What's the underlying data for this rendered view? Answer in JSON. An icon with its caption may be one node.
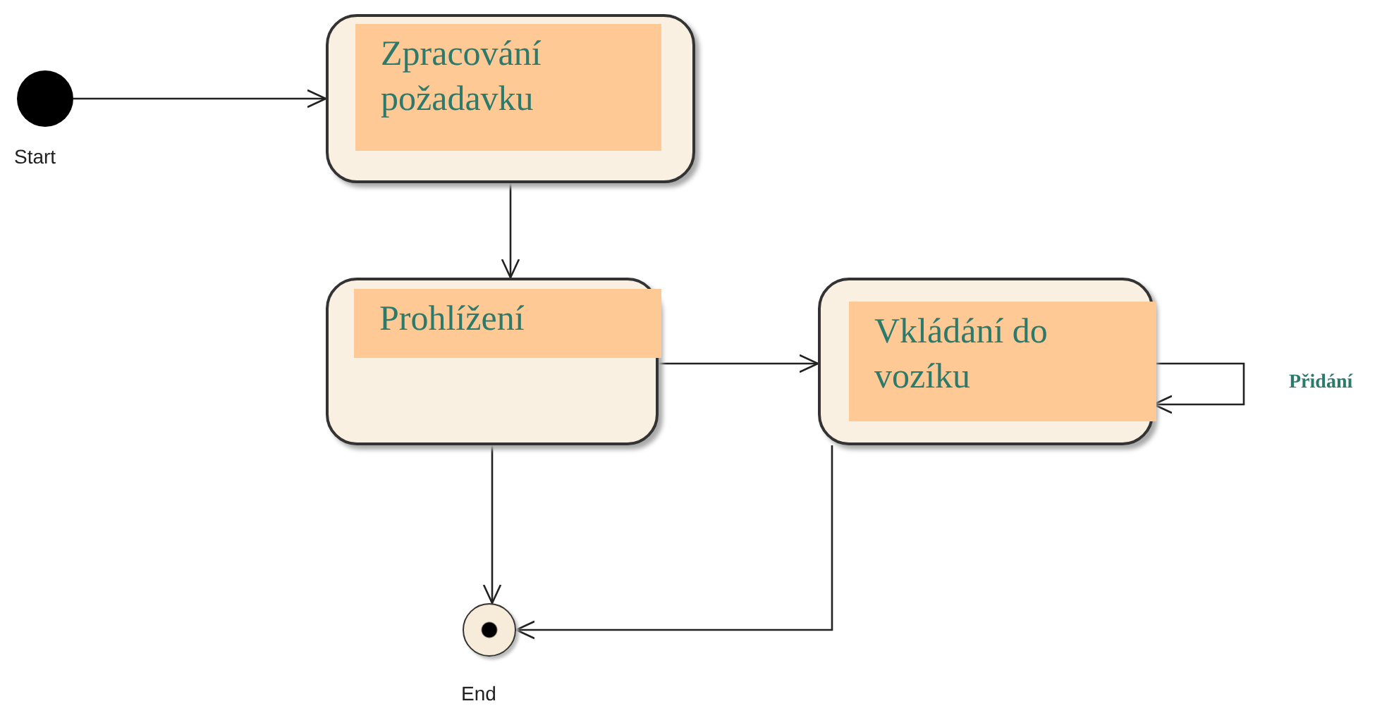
{
  "diagram": {
    "nodes": [
      {
        "text": [],
        "shape": "circle",
        "beside": [
          "Start"
        ]
      },
      {
        "text": [
          "Zpracování požadavku"
        ]
      },
      {
        "text": [
          "Prohlížení"
        ]
      },
      {
        "text": [
          "Vkládání do vozíku"
        ]
      },
      {
        "text": [],
        "shape": "circle",
        "beside": [
          "End"
        ]
      }
    ],
    "edges": [
      {
        "from": 0,
        "to": 1,
        "arrow": "to"
      },
      {
        "from": 1,
        "to": 2,
        "arrow": "to"
      },
      {
        "from": 2,
        "to": 3,
        "arrow": "to"
      },
      {
        "from": 2,
        "to": 4,
        "arrow": "to"
      },
      {
        "from": 3,
        "to": 4,
        "arrow": "to"
      },
      {
        "from": 3,
        "to": 3,
        "label": "Přidání",
        "arrow": "to"
      }
    ]
  }
}
